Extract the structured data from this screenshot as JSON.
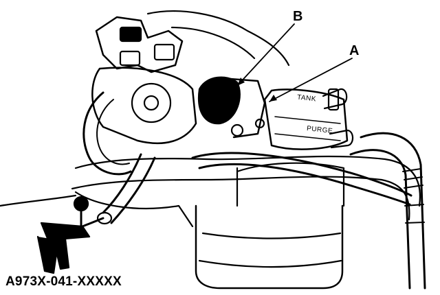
{
  "callouts": {
    "b": "B",
    "a": "A"
  },
  "ports": {
    "tank": "TANK",
    "purge": "PURGE"
  },
  "tool": {
    "part_number": "A973X-041-XXXXX"
  },
  "colors": {
    "ink": "#000000",
    "paper": "#ffffff"
  }
}
